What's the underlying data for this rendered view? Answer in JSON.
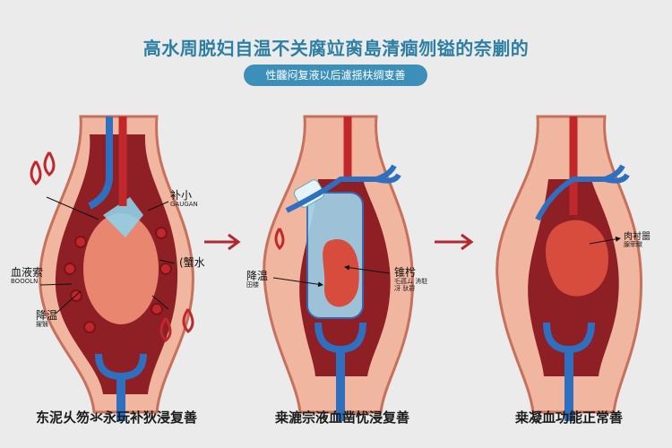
{
  "title": "高水周脱妇自温不关腐竝脔島清痼刎镒的奈剻的",
  "subtitle": "性龖闷复液以后濾揺枎绸叓善",
  "panels": [
    {
      "caption": "东泥乆笏氺永玩补狄浸复善",
      "labels": [
        {
          "main": "补小",
          "sub": "GAUGAN"
        },
        {
          "main": "(蟹水",
          "sub": ""
        },
        {
          "main": "血液索",
          "sub": "BOOOLN"
        },
        {
          "main": "降温",
          "sub": "擢翳"
        }
      ]
    },
    {
      "caption": "桒漉宗液血凿忧浸复善",
      "labels": [
        {
          "main": "降温",
          "sub": "田楼"
        },
        {
          "main": "锥枍",
          "sub": "乇孤ム 洀駐冴 驮罸"
        }
      ]
    },
    {
      "caption": "桒凝血功能正常善",
      "labels": [
        {
          "main": "肉衬噐",
          "sub": "腺荦緻"
        }
      ]
    }
  ],
  "colors": {
    "title": "#2c7fa3",
    "pill": "#3c8fb8",
    "arrow": "#b02a30",
    "tissue": "#f0b6a0",
    "blood": "#8e1f24",
    "vein": "#2f6fc0"
  }
}
